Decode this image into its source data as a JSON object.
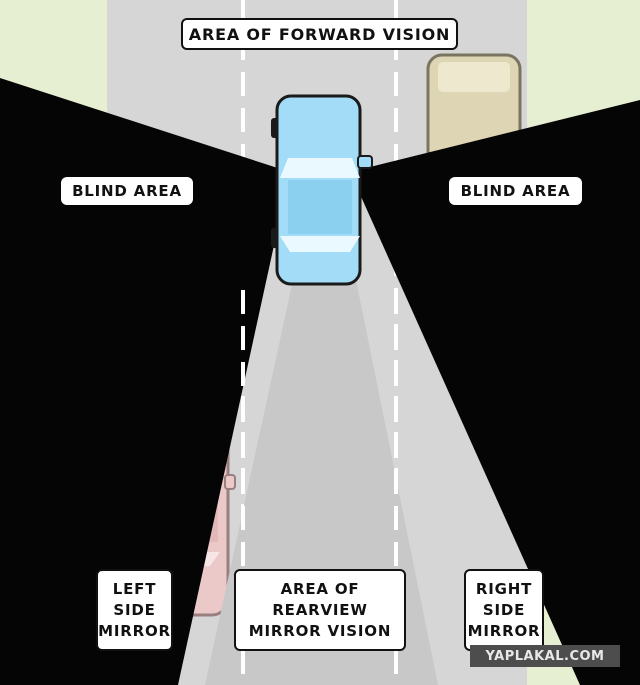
{
  "labels": {
    "forward_vision": "AREA OF FORWARD VISION",
    "blind_left": "BLIND AREA",
    "blind_right": "BLIND AREA",
    "left_mirror": [
      "LEFT",
      "SIDE",
      "MIRROR"
    ],
    "rearview_mirror": [
      "AREA OF",
      "REARVIEW",
      "MIRROR VISION"
    ],
    "right_mirror": [
      "RIGHT",
      "SIDE",
      "MIRROR"
    ]
  },
  "watermark": "YAPLAKAL.COM",
  "colors": {
    "grass": "#e6efd2",
    "road": "#d6d6d6",
    "blind_zone": "#050505",
    "rear_vision_zone": "#c8c8c8",
    "lane_marking": "#ffffff",
    "car_main": "#a3dcf6",
    "car_main_outline": "#1a1a1a",
    "car_front_right": "#ddd5b4",
    "car_rear_left": "#ecc9c9"
  }
}
